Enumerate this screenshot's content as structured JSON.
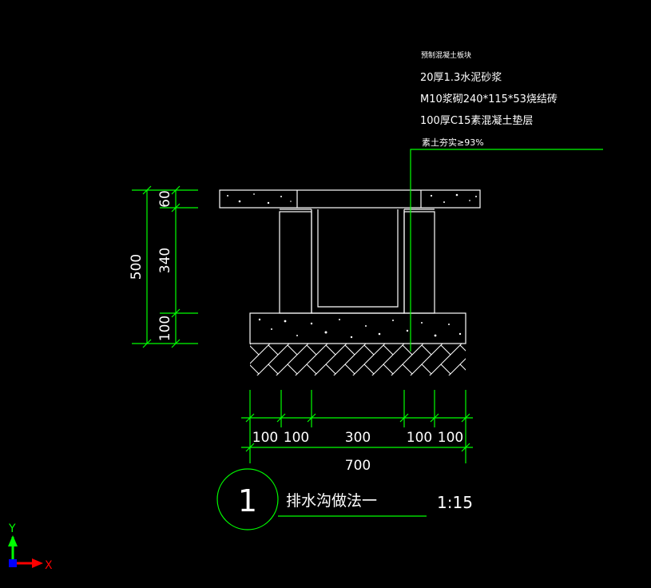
{
  "annotations": {
    "line1": "预制混凝土板块",
    "line2": "20厚1.3水泥砂浆",
    "line3": "M10浆砌240*115*53烧结砖",
    "line4": "100厚C15素混凝土垫层",
    "line5": "素土夯实≥93%"
  },
  "dimensions": {
    "left_total": "500",
    "left_top": "60",
    "left_mid": "340",
    "left_bottom": "100",
    "bottom_1": "100",
    "bottom_2": "100",
    "bottom_3": "300",
    "bottom_4": "100",
    "bottom_5": "100",
    "bottom_total": "700"
  },
  "title_block": {
    "number": "1",
    "title": "排水沟做法一",
    "scale": "1:15"
  },
  "ucs": {
    "y_label": "Y",
    "x_label": "X"
  },
  "colors": {
    "background": "#000000",
    "lines": "#ffffff",
    "dims": "#00ff00",
    "x_axis": "#ff0000",
    "y_axis": "#00ff00",
    "origin": "#0000ff"
  }
}
